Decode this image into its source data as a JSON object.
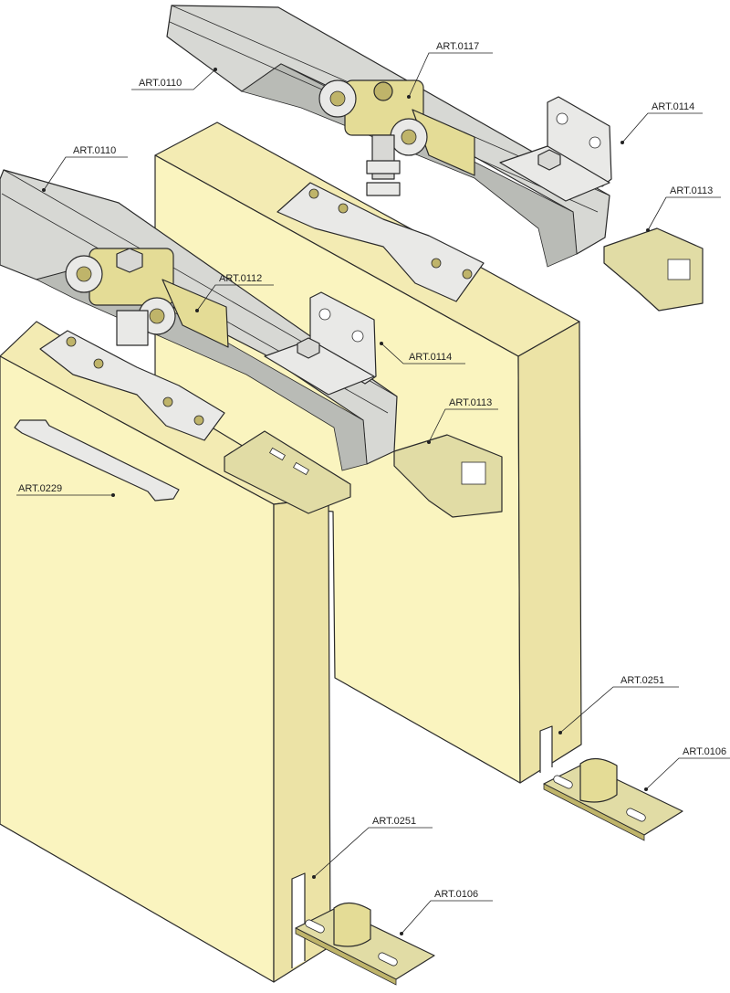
{
  "colors": {
    "panel_face": "#faf4bf",
    "panel_side": "#ece3a6",
    "panel_top": "#f3ebb3",
    "rail": "#d7d8d4",
    "rail_dark": "#b9bbb6",
    "metal": "#e9e9e7",
    "brass": "#e4dc96",
    "brass_dark": "#bfb46a",
    "plastic": "#e1dca5",
    "ink": "#2a2a2a"
  },
  "labels": [
    {
      "id": "rail-top",
      "text": "ART.0110"
    },
    {
      "id": "trolley-top",
      "text": "ART.0117"
    },
    {
      "id": "bracket-top",
      "text": "ART.0114"
    },
    {
      "id": "stop-top",
      "text": "ART.0113"
    },
    {
      "id": "rail-front",
      "text": "ART.0110"
    },
    {
      "id": "trolley-front",
      "text": "ART.0112"
    },
    {
      "id": "bracket-front",
      "text": "ART.0114"
    },
    {
      "id": "stop-front",
      "text": "ART.0113"
    },
    {
      "id": "key-wrench",
      "text": "ART.0229"
    },
    {
      "id": "slot-back",
      "text": "ART.0251"
    },
    {
      "id": "guide-back",
      "text": "ART.0106"
    },
    {
      "id": "slot-front",
      "text": "ART.0251"
    },
    {
      "id": "guide-front",
      "text": "ART.0106"
    }
  ]
}
